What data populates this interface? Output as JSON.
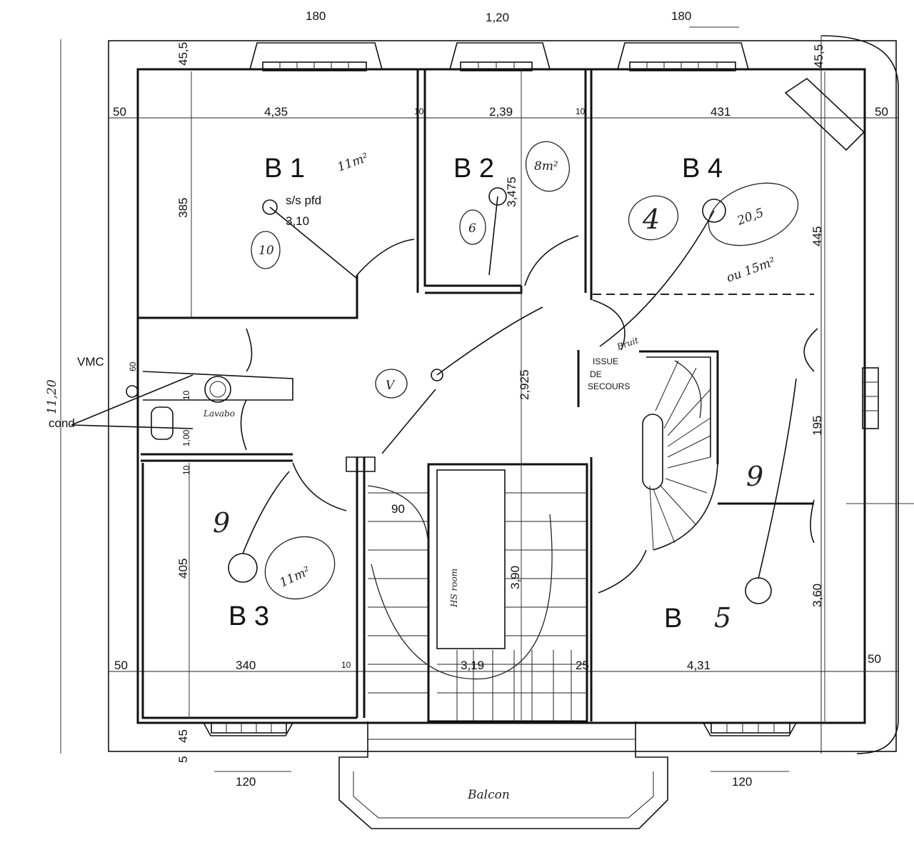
{
  "rooms": {
    "b1": "B 1",
    "b2": "B 2",
    "b3": "B 3",
    "b4": "B 4",
    "b5_letter": "B",
    "b5_num": "5"
  },
  "dimensions": {
    "top_left_window": "180",
    "top_center_window": "1,20",
    "top_right_window": "180",
    "wall_top_left": "45,5",
    "wall_top_right": "45,5",
    "left_margin_top": "50",
    "b1_width": "4,35",
    "partition_b1_b2": "10",
    "b2_width": "2,39",
    "partition_b2_b4": "10",
    "b4_width": "431",
    "right_margin_top": "50",
    "b1_depth": "385",
    "b2_depth": "3,475",
    "b4_depth": "445",
    "hall_depth": "2,925",
    "stair_width": "195",
    "stair_depth": "3,90",
    "b3_depth": "405",
    "b5_depth": "3,60",
    "wc_depth": "1,00",
    "vmc_offset": "60",
    "wc_side": "10",
    "b3_top_wall": "10",
    "door_90": "90",
    "left_margin_bottom": "50",
    "b3_width": "340",
    "partition_b3": "10",
    "stair_bottom": "3,19",
    "partition_25": "25",
    "b5_width": "4,31",
    "right_margin_bottom": "50",
    "wall_bottom_left": "45",
    "wall_bottom_left_2": "5",
    "bottom_left_window": "120",
    "bottom_right_window": "120",
    "total_height": "11,20"
  },
  "labels": {
    "vmc": "VMC",
    "cond": "cond",
    "ss_pfd": "s/s pfd",
    "ss_pfd_height": "3,10",
    "issue": "ISSUE",
    "de": "DE",
    "secours": "SECOURS"
  },
  "handwriting": {
    "b1_area": "11m²",
    "b1_circle": "10",
    "b2_area": "8m²",
    "b2_circle": "6",
    "b4_circle": "4",
    "b4_area": "20,5",
    "b4_alt": "ou 15m²",
    "hall_circle": "V",
    "lavabo": "Lavabo",
    "b3_num": "9",
    "b3_area": "11m²",
    "b5_num": "9",
    "hs_room": "HS room",
    "balcon": "Balcon",
    "hall_note": "Bruit"
  }
}
